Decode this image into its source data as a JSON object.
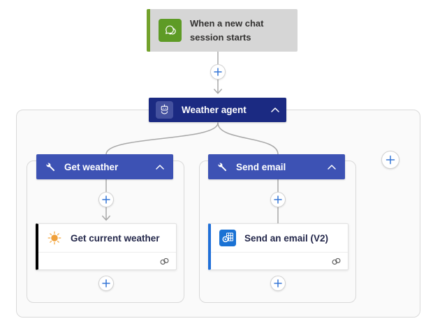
{
  "colors": {
    "trigger_bg": "#d6d6d6",
    "trigger_accent": "#73a22c",
    "trigger_icon_bg": "#5e9b26",
    "agent_header_bg": "#1b2a82",
    "agent_chip_bg": "#44519f",
    "group_header_bg": "#3d52b4",
    "action_accent_get_weather": "#000000",
    "action_accent_send_email": "#1f6fd8",
    "plus": "#3576d6",
    "connector": "#a8a8a8",
    "outlook_blue": "#1a72d4",
    "sun_orange": "#f0a03a"
  },
  "trigger": {
    "title": "When a new chat session starts",
    "icon": "chat-icon"
  },
  "agent": {
    "title": "Weather agent",
    "icon": "bot-icon",
    "collapse_icon": "chevron-up-icon"
  },
  "groups": [
    {
      "title": "Get weather",
      "icon": "wrench-icon",
      "collapse_icon": "chevron-up-icon",
      "action": {
        "title": "Get current weather",
        "icon": "sun-icon",
        "footer_icon": "connection-icon"
      }
    },
    {
      "title": "Send email",
      "icon": "wrench-icon",
      "collapse_icon": "chevron-up-icon",
      "action": {
        "title": "Send an email (V2)",
        "icon": "outlook-icon",
        "footer_icon": "connection-icon"
      }
    }
  ]
}
